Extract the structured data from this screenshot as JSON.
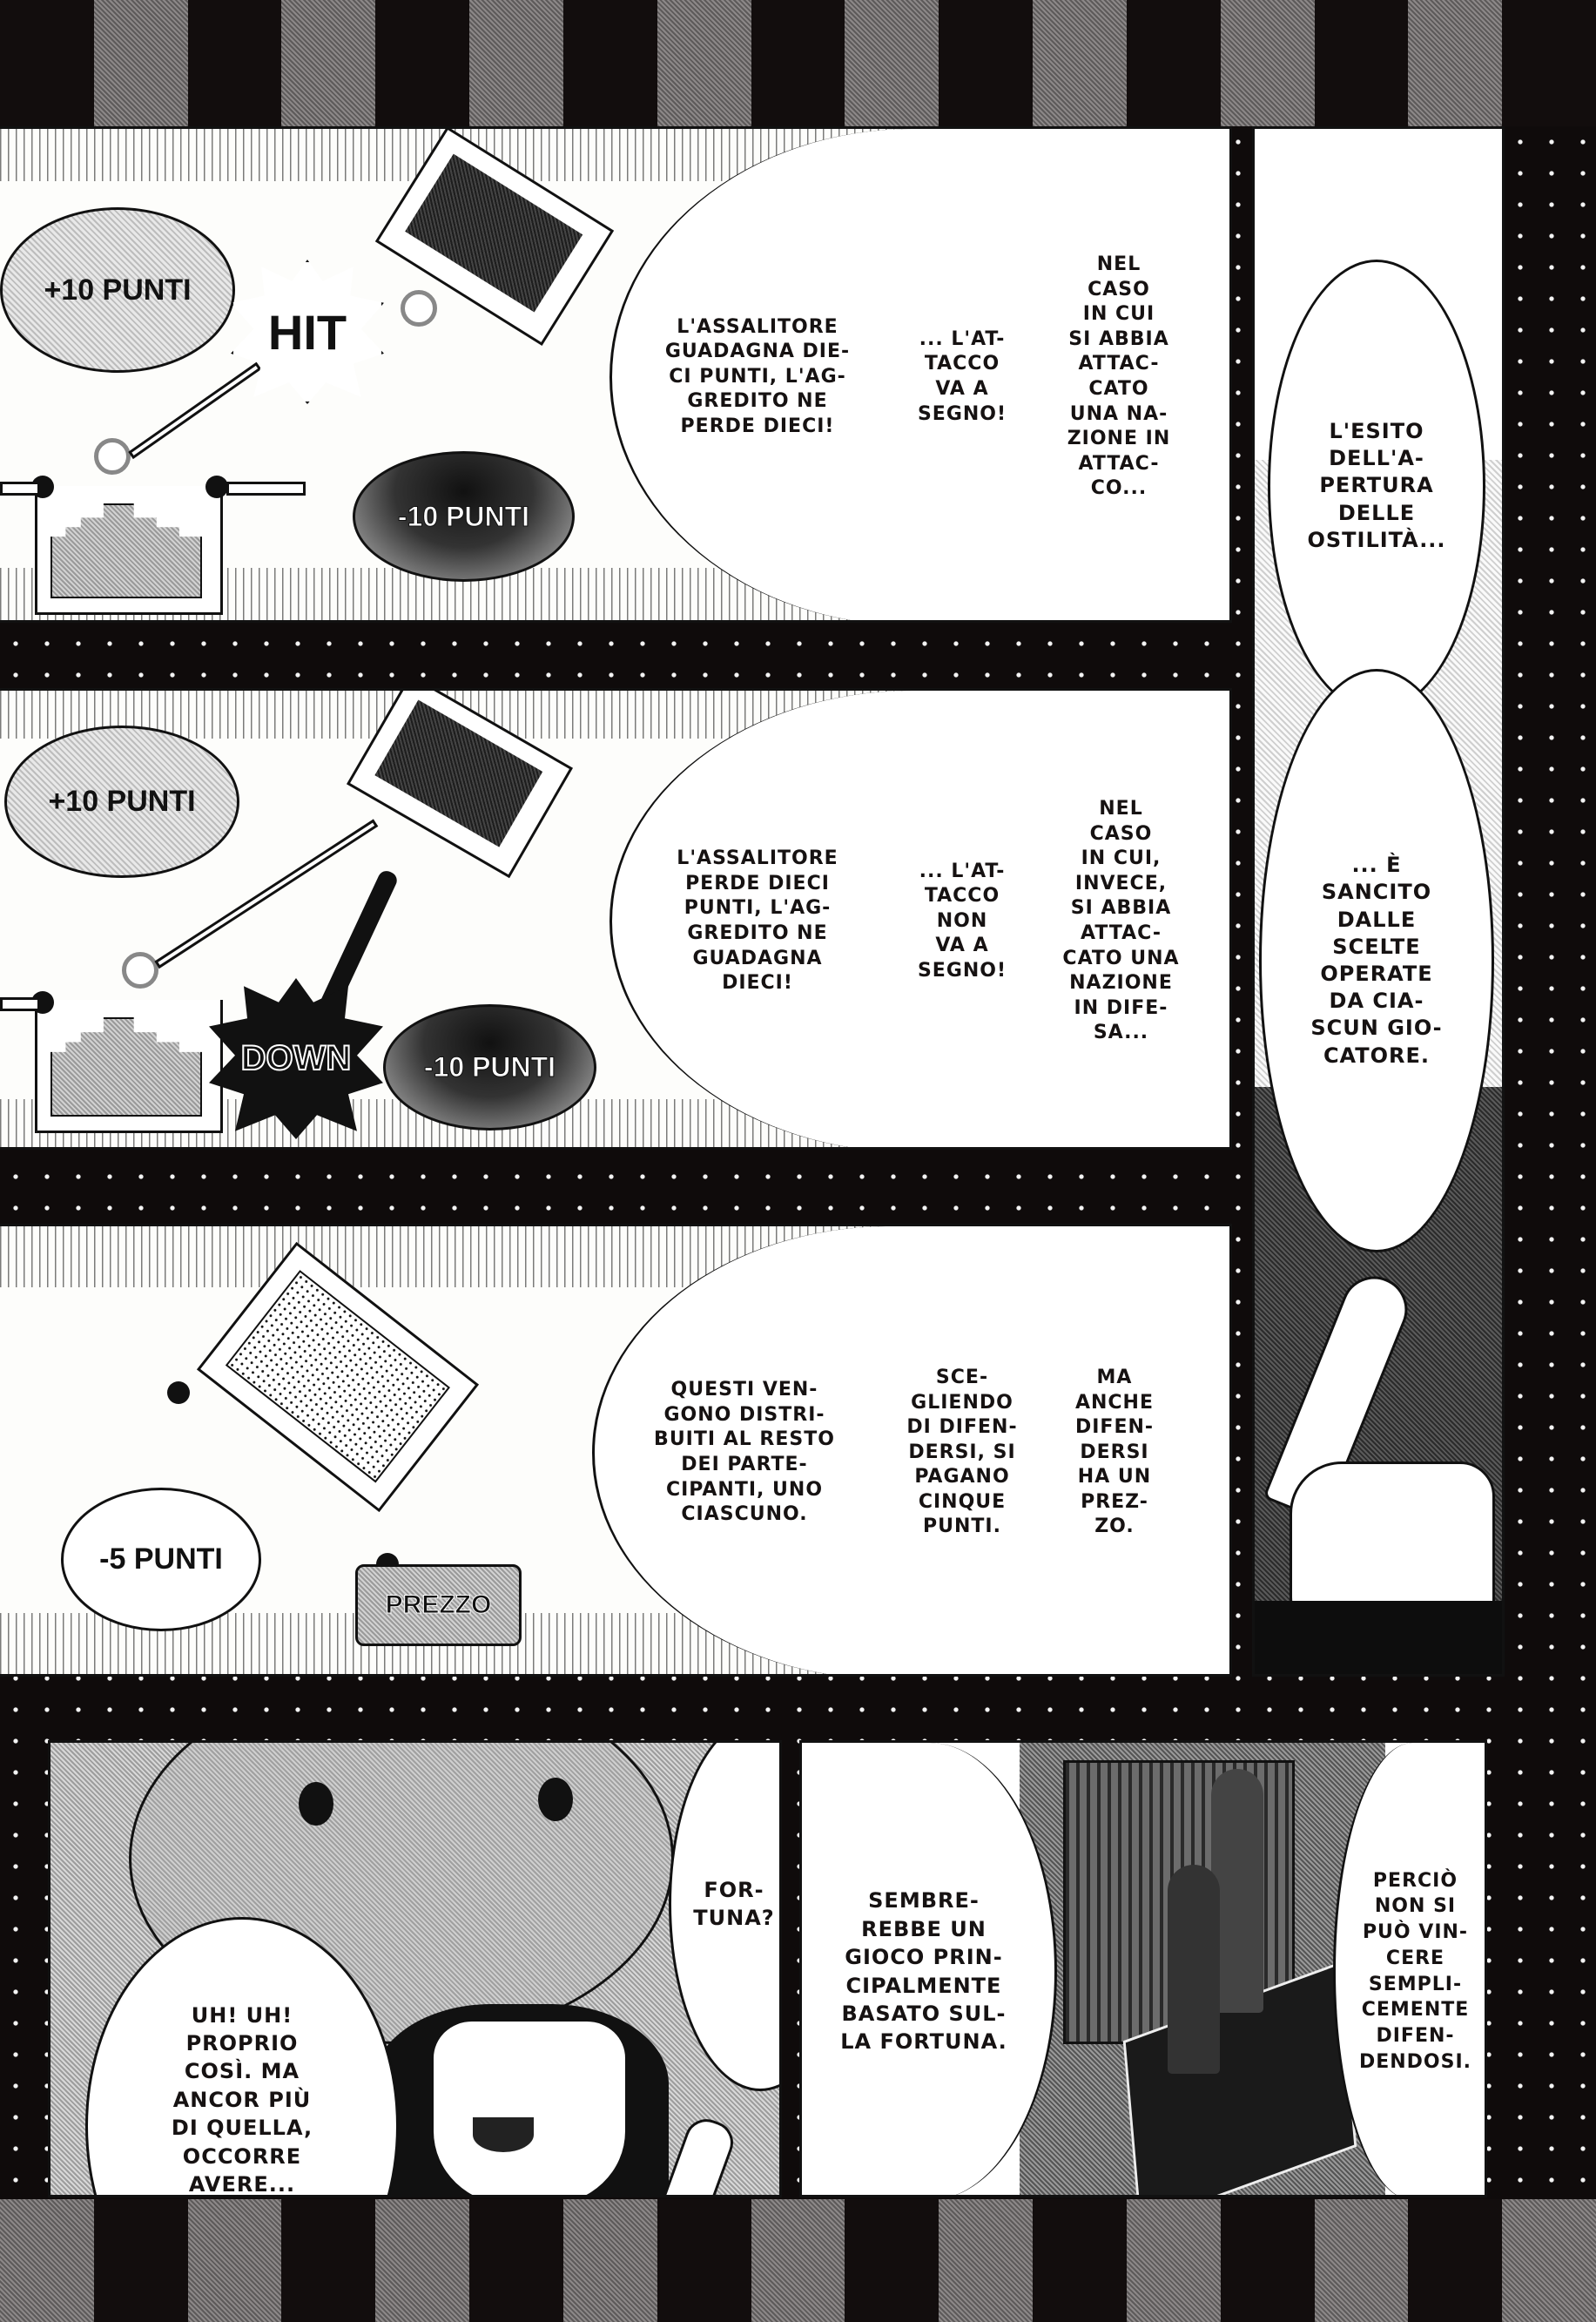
{
  "page": {
    "type": "manga page",
    "language": "Italian",
    "colors": {
      "ink": "#111111",
      "paper": "#fdfdfb",
      "tone_gray": "#8c8888",
      "gutter": "#0f0b0b"
    }
  },
  "panel_hit": {
    "diagram": {
      "gain_bubble": "+10 PUNTI",
      "impact_sfx": "HIT",
      "loss_bubble": "-10 PUNTI"
    },
    "balloon": {
      "col1": "L'ASSALITORE\nGUADAGNA DIE-\nCI PUNTI, L'AG-\nGREDITO NE\nPERDE DIECI!",
      "col2": "... L'AT-\nTACCO\nVA A\nSEGNO!",
      "col3": "NEL\nCASO\nIN CUI\nSI ABBIA\nATTAC-\nCATO\nUNA NA-\nZIONE IN\nATTAC-\nCO..."
    }
  },
  "panel_down": {
    "diagram": {
      "gain_bubble": "+10 PUNTI",
      "impact_sfx": "DOWN",
      "loss_bubble": "-10 PUNTI"
    },
    "balloon": {
      "col1": "L'ASSALITORE\nPERDE DIECI\nPUNTI, L'AG-\nGREDITO NE\nGUADAGNA\nDIECI!",
      "col2": "... L'AT-\nTACCO\nNON\nVA A\nSEGNO!",
      "col3": "NEL\nCASO\nIN CUI,\nINVECE,\nSI ABBIA\nATTAC-\nCATO UNA\nNAZIONE\nIN DIFE-\nSA..."
    }
  },
  "panel_price": {
    "diagram": {
      "cost_bubble": "-5 PUNTI",
      "label_tag": "PREZZO"
    },
    "balloon": {
      "col1": "QUESTI VEN-\nGONO DISTRI-\nBUITI AL RESTO\nDEI PARTE-\nCIPANTI, UNO\nCIASCUNO.",
      "col2": "SCE-\nGLIENDO\nDI DIFEN-\nDERSI, SI\nPAGANO\nCINQUE\nPUNTI.",
      "col3": "MA\nANCHE\nDIFEN-\nDERSI\nHA UN\nPREZ-\nZO."
    }
  },
  "panel_side": {
    "balloon_top": "L'ESITO\nDELL'A-\nPERTURA\nDELLE\nOSTILITÀ...",
    "balloon_bottom": "... È\nSANCITO\nDALLE\nSCELTE\nOPERATE\nDA CIA-\nSCUN GIO-\nCATORE."
  },
  "panel_girl": {
    "balloon_main": "UH! UH!\nPROPRIO\nCOSÌ. MA\nANCOR PIÙ\nDI QUELLA,\nOCCORRE\nAVERE...",
    "balloon_question": "FOR-\nTUNA?"
  },
  "panel_room": {
    "balloon_left": "SEMBRE-\nREBBE UN\nGIOCO PRIN-\nCIPALMENTE\nBASATO SUL-\nLA FORTUNA.",
    "balloon_right": "PERCIÒ\nNON SI\nPUÒ VIN-\nCERE\nSEMPLI-\nCEMENTE\nDIFEN-\nDENDOSI."
  }
}
